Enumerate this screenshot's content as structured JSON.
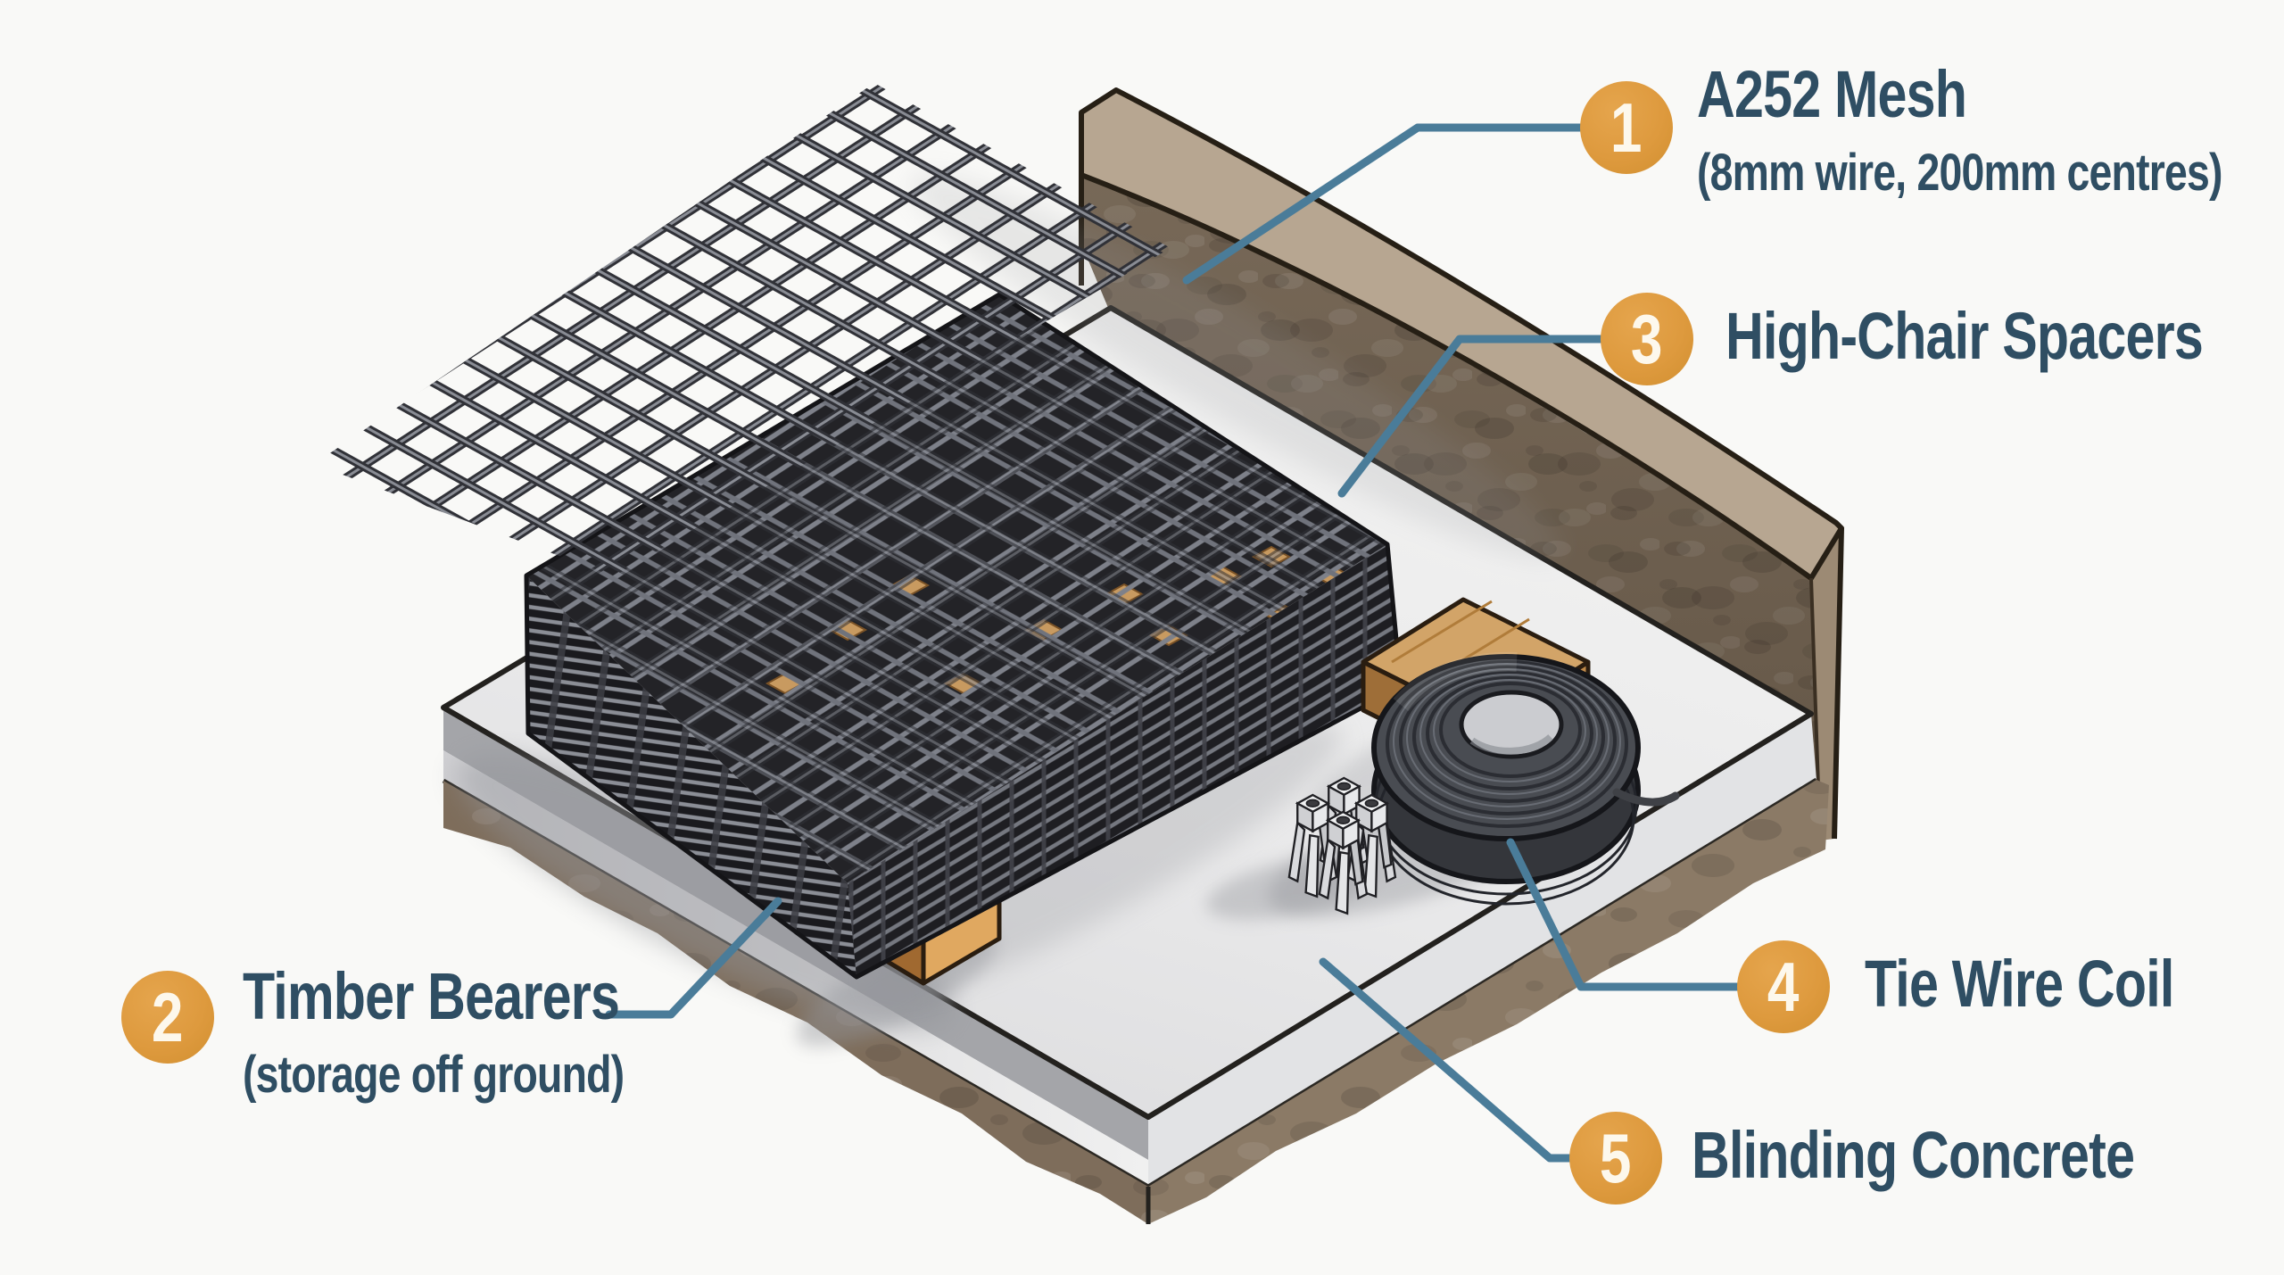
{
  "page": {
    "background": "#f9f9f7"
  },
  "palette": {
    "badge_orange": "#DE9A3E",
    "label_text": "#2F4E63",
    "leader_blue": "#4A7C99",
    "blinding_concrete": "#E6E6E8",
    "soil_brown": "#82715E",
    "timber_orange": "#CF9250",
    "mesh_dark": "#26262A"
  },
  "callouts": [
    {
      "number": "1",
      "title": "A252 Mesh",
      "subtitle": "(8mm wire, 200mm centres)"
    },
    {
      "number": "2",
      "title": "Timber Bearers",
      "subtitle": "(storage off ground)"
    },
    {
      "number": "3",
      "title": "High-Chair Spacers",
      "subtitle": ""
    },
    {
      "number": "4",
      "title": "Tie Wire Coil",
      "subtitle": ""
    },
    {
      "number": "5",
      "title": "Blinding Concrete",
      "subtitle": ""
    }
  ]
}
